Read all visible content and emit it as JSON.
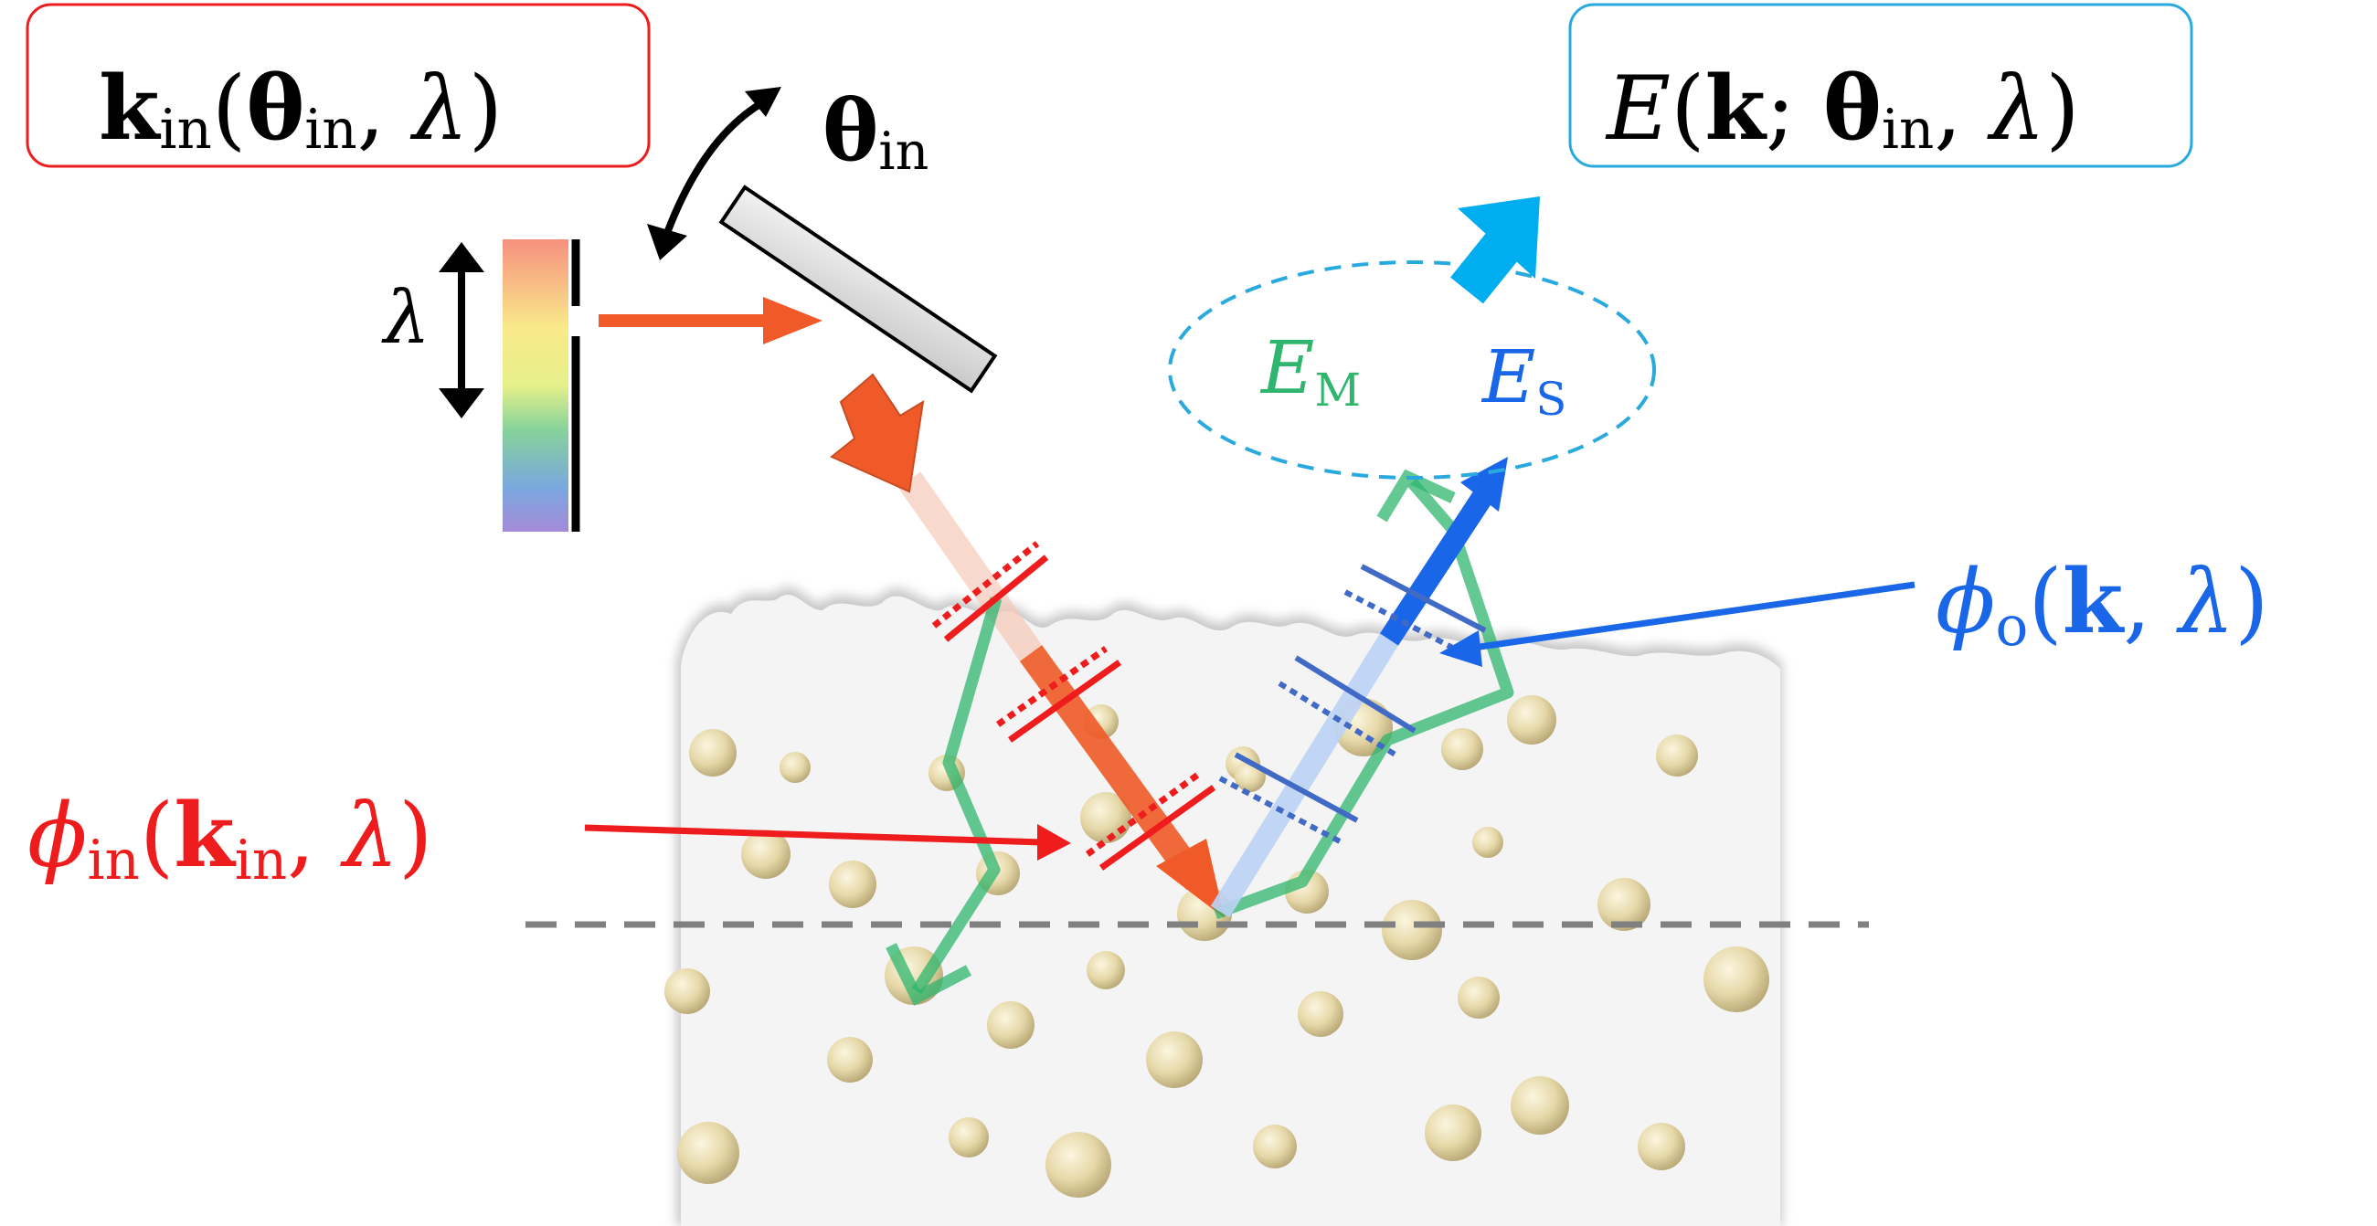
{
  "labels": {
    "k_in": {
      "main": "k",
      "sub": "in",
      "paren_open": "(",
      "theta": "θ",
      "theta_sub": "in",
      "sep": ", ",
      "lambda": "λ",
      "paren_close": ")"
    },
    "theta_in": {
      "main": "θ",
      "sub": "in"
    },
    "lambda": "λ",
    "E_out": {
      "main": "E",
      "paren_open": "(",
      "k": "k",
      "semi": "; ",
      "theta": "θ",
      "theta_sub": "in",
      "sep": ", ",
      "lambda": "λ",
      "paren_close": ")"
    },
    "E_M": {
      "main": "E",
      "sub": "M"
    },
    "E_S": {
      "main": "E",
      "sub": "S"
    },
    "phi_o": {
      "main": "ϕ",
      "sub": "o",
      "paren_open": "(",
      "k": "k",
      "sep": ", ",
      "lambda": "λ",
      "paren_close": ")"
    },
    "phi_in": {
      "main": "ϕ",
      "sub": "in",
      "paren_open": "(",
      "k": "k",
      "k_sub": "in",
      "sep": ", ",
      "lambda": "λ",
      "paren_close": ")"
    }
  },
  "colors": {
    "incident": "#f05a28",
    "input_phase": "#ee1c1c",
    "output_phase": "#1a66e8",
    "multiple": "#2fb56e",
    "single": "#1a66e8",
    "detector": "#00aeef",
    "medium": "#f4f4f4",
    "particle": "#e8dcae"
  }
}
